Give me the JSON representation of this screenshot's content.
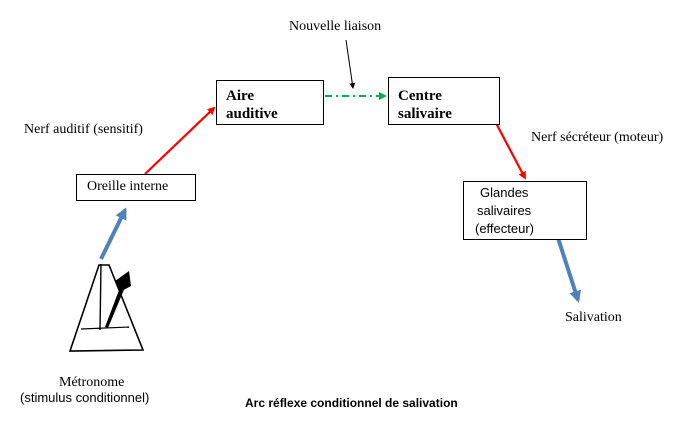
{
  "diagram": {
    "boxes": {
      "aire_auditive": {
        "line1": "Aire",
        "line2": "auditive"
      },
      "centre_salivaire": {
        "line1": "Centre",
        "line2": "salivaire"
      },
      "oreille_interne": {
        "label": "Oreille interne"
      },
      "glandes_salivaires": {
        "line1": "Glandes",
        "line2": "salivaires",
        "line3": "(effecteur)"
      }
    },
    "labels": {
      "nouvelle_liaison": "Nouvelle liaison",
      "nerf_auditif": "Nerf auditif (sensitif)",
      "nerf_secreteur": "Nerf sécréteur (moteur)",
      "salivation": "Salivation",
      "metronome": "Métronome",
      "metronome_sub": "(stimulus conditionnel)",
      "caption": "Arc réflexe conditionnel de salivation"
    },
    "colors": {
      "sensory_arrow": "#4f81bd",
      "nerve_arrow": "#ff0000",
      "new_link_arrow": "#00b050",
      "box_border": "#000000"
    }
  }
}
